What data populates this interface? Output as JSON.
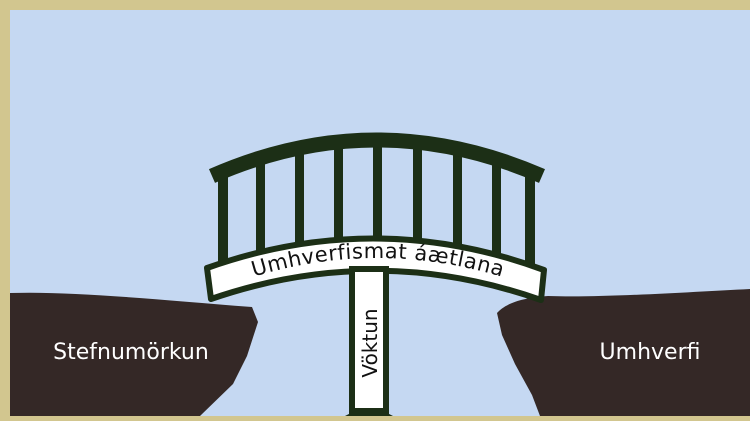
{
  "labels": {
    "left_cliff": "Stefnumörkun",
    "right_cliff": "Umhverfi",
    "bridge_deck": "Umhverfismat áætlana",
    "pillar": "Vöktun"
  },
  "colors": {
    "frame": "#d2c68f",
    "sky": "#c5d8f2",
    "cliff": "#342826",
    "bridge_dark": "#1c2f16",
    "bridge_light": "#ffffff",
    "cliff_text": "#ffffff"
  }
}
